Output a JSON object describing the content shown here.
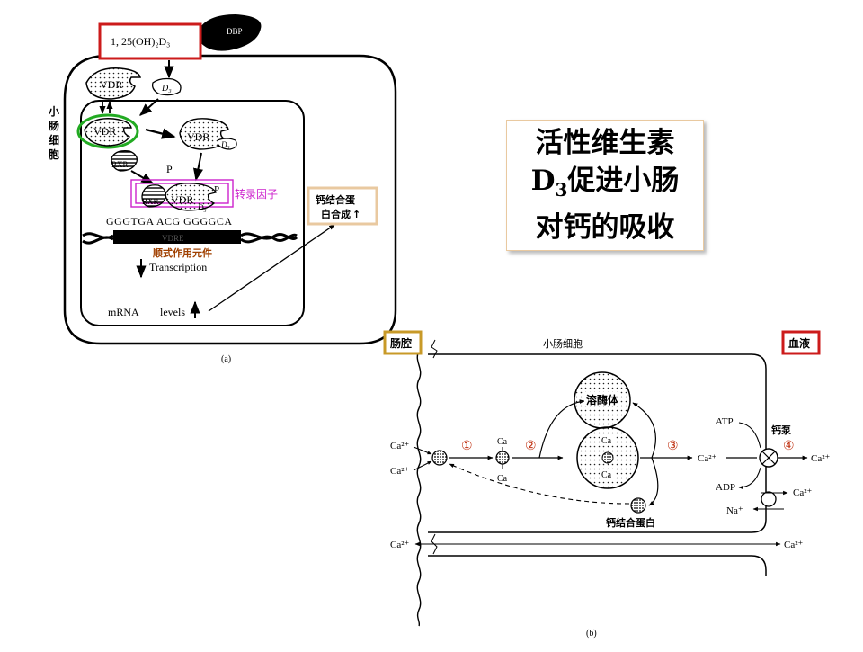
{
  "slide": {
    "title_line1": "活性维生素",
    "title_line2_main": "D",
    "title_line2_sub": "3",
    "title_line2_rest": "促进小肠",
    "title_line3": "对钙的吸收"
  },
  "panel_a": {
    "caption": "(a)",
    "side_label": [
      "小",
      "肠",
      "细",
      "胞"
    ],
    "hormone": "1, 25(OH)₂D₃",
    "dbp": "DBP",
    "vdr": "VDR",
    "d3": "D₃",
    "rxr": "RXR",
    "p": "P",
    "transcription_factor": "转录因子",
    "sequence": "GGGTGA ACG GGGGCA",
    "vdre": "VDRE",
    "cis_element": "顺式作用元件",
    "transcription": "Transcription",
    "mrna": "mRNA",
    "levels": "levels",
    "synthesis_line1": "钙结合蛋",
    "synthesis_line2": "白合成",
    "arrow_up": "↑"
  },
  "panel_b": {
    "caption": "(b)",
    "lumen": "肠腔",
    "cell": "小肠细胞",
    "blood": "血液",
    "lysosome": "溶酶体",
    "ca_binding_protein": "钙结合蛋白",
    "calcium_pump": "钙泵",
    "ca2": "Ca²⁺",
    "ca": "Ca",
    "atp": "ATP",
    "adp": "ADP",
    "na": "Na⁺",
    "step1": "①",
    "step2": "②",
    "step3": "③",
    "step4": "④"
  },
  "colors": {
    "red_box": "#cc1b1b",
    "green_ring": "#22aa22",
    "magenta": "#cc22cc",
    "tan_box": "#e9c9a0",
    "gold_box": "#c89a28",
    "brown_text": "#a04000",
    "step_red": "#c03010"
  }
}
